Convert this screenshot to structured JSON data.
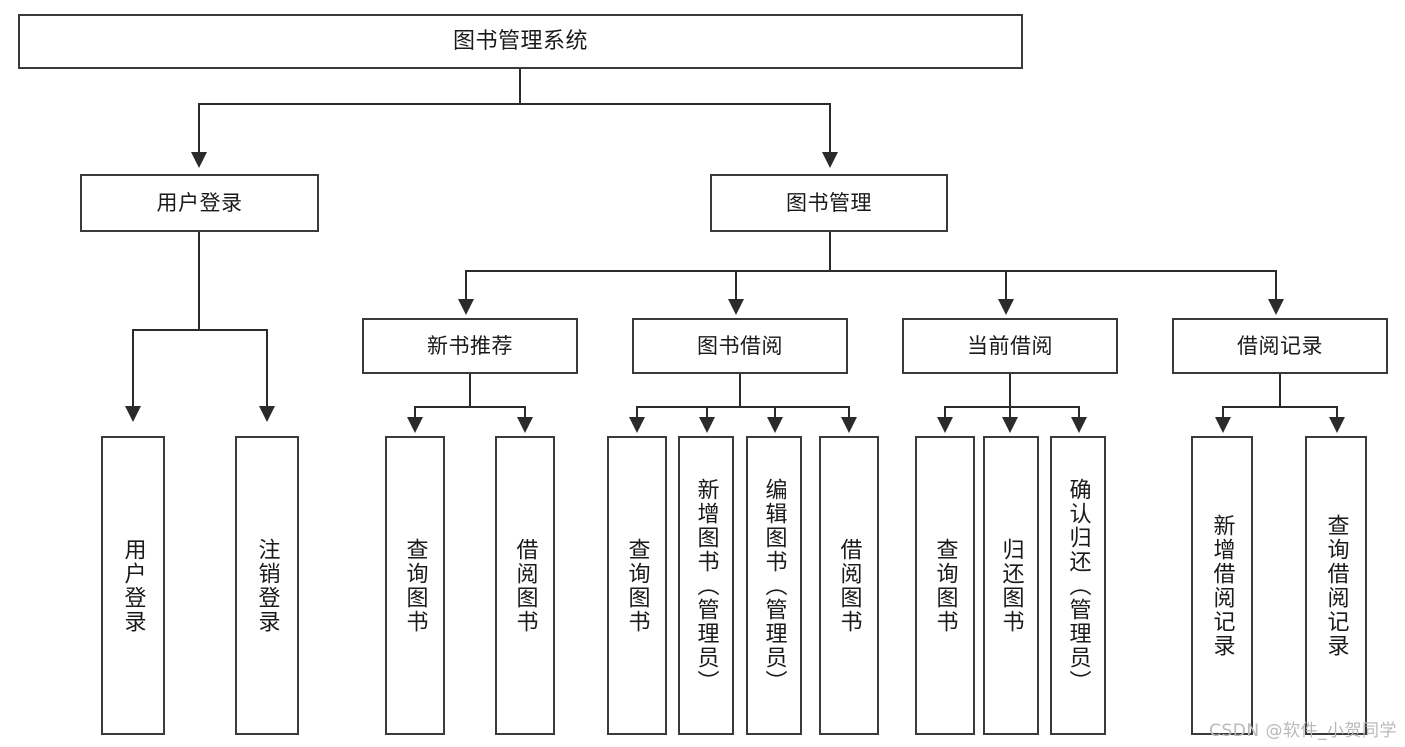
{
  "diagram": {
    "type": "tree-hierarchy",
    "title": "图书管理系统",
    "orientation": "top-down",
    "watermark": "CSDN @软件_小贺同学",
    "nodes": {
      "root": {
        "label": "图书管理系统"
      },
      "level2": [
        {
          "id": "user-login",
          "label": "用户登录"
        },
        {
          "id": "book-manage",
          "label": "图书管理"
        }
      ],
      "level3": [
        {
          "id": "new-book-recommend",
          "label": "新书推荐"
        },
        {
          "id": "book-borrow",
          "label": "图书借阅"
        },
        {
          "id": "current-borrow",
          "label": "当前借阅"
        },
        {
          "id": "borrow-record",
          "label": "借阅记录"
        }
      ],
      "leaves": {
        "user_login": [
          {
            "id": "leaf-user-login",
            "label": "用户登录"
          },
          {
            "id": "leaf-logout",
            "label": "注销登录"
          }
        ],
        "new_book_recommend": [
          {
            "id": "leaf-query-book-1",
            "label": "查询图书"
          },
          {
            "id": "leaf-borrow-book-1",
            "label": "借阅图书"
          }
        ],
        "book_borrow": [
          {
            "id": "leaf-query-book-2",
            "label": "查询图书"
          },
          {
            "id": "leaf-add-book",
            "label": "新增图书（管理员）"
          },
          {
            "id": "leaf-edit-book",
            "label": "编辑图书（管理员）"
          },
          {
            "id": "leaf-borrow-book-2",
            "label": "借阅图书"
          }
        ],
        "current_borrow": [
          {
            "id": "leaf-query-book-3",
            "label": "查询图书"
          },
          {
            "id": "leaf-return-book",
            "label": "归还图书"
          },
          {
            "id": "leaf-confirm-return",
            "label": "确认归还（管理员）"
          }
        ],
        "borrow_record": [
          {
            "id": "leaf-add-record",
            "label": "新增借阅记录"
          },
          {
            "id": "leaf-query-record",
            "label": "查询借阅记录"
          }
        ]
      }
    },
    "colors": {
      "box_border": "#3a3a3a",
      "connector": "#2b2b2b",
      "background": "#ffffff",
      "text": "#1a1a1a",
      "watermark": "#b9b9b9"
    }
  }
}
